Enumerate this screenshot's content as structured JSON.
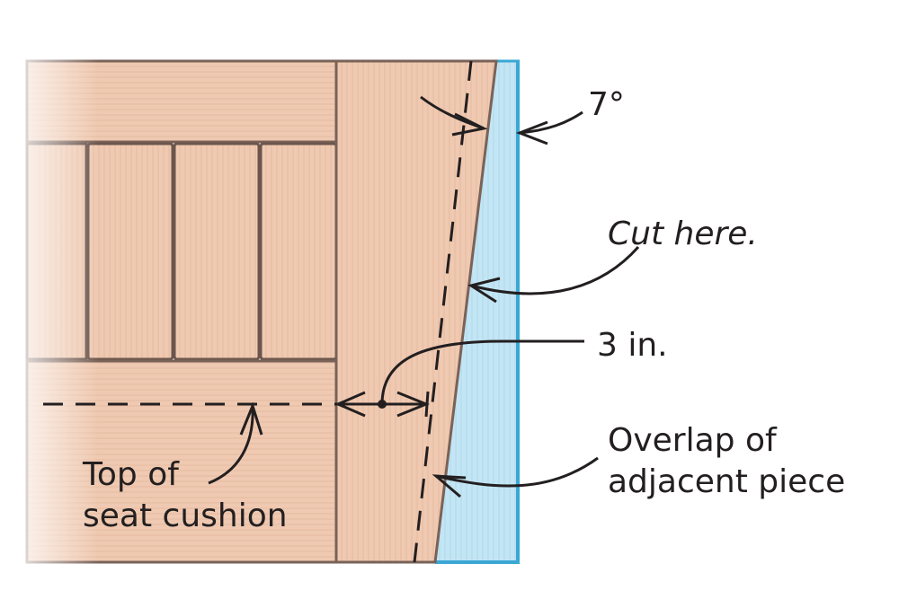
{
  "diagram": {
    "type": "woodworking cut diagram",
    "colors": {
      "wood": "#ecc4aa",
      "wood_light": "#f2d3bd",
      "wood_outline": "#7a6258",
      "overlap_fill": "#bfe3f3",
      "overlap_edge": "#3aa7d4",
      "line": "#231f20",
      "background": "#ffffff"
    },
    "labels": {
      "angle": "7°",
      "cut_here": "Cut here.",
      "distance": "3 in.",
      "overlap_line1": "Overlap of",
      "overlap_line2": "adjacent piece",
      "cushion_line1": "Top of",
      "cushion_line2": "seat cushion"
    }
  }
}
